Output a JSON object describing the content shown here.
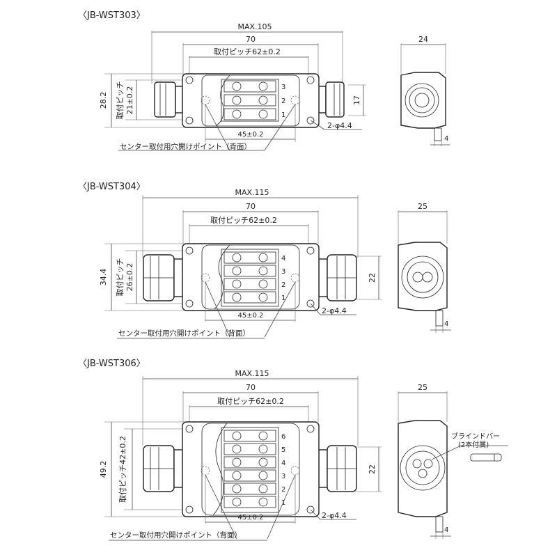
{
  "views": [
    {
      "title": "〈JB-WST303〉",
      "max": "MAX.105",
      "w70": "70",
      "pitch_w": "取付ピッチ62±0.2",
      "height": "28.2",
      "pitch_h_1": "取付ピッチ",
      "pitch_h_2": "21±0.2",
      "side_h": "17",
      "d45": "45±0.2",
      "hole": "2-φ4.4",
      "center": "センター取付用穴開けポイント（背面）",
      "side_w": "24",
      "side_small": "4",
      "terminals": [
        "3",
        "2",
        "1"
      ]
    },
    {
      "title": "〈JB-WST304〉",
      "max": "MAX.115",
      "w70": "70",
      "pitch_w": "取付ピッチ62±0.2",
      "height": "34.4",
      "pitch_h_1": "取付ピッチ",
      "pitch_h_2": "26±0.2",
      "side_h": "22",
      "d45": "45±0.2",
      "hole": "2-φ4.4",
      "center": "センター取付用穴開けポイント（背面）",
      "side_w": "25",
      "side_small": "4",
      "terminals": [
        "4",
        "3",
        "2",
        "1"
      ]
    },
    {
      "title": "〈JB-WST306〉",
      "max": "MAX.115",
      "w70": "70",
      "pitch_w": "取付ピッチ62±0.2",
      "height": "49.2",
      "pitch_h_1": "取付ピッチ42±0.2",
      "pitch_h_2": "",
      "side_h": "22",
      "d45": "45±0.2",
      "hole": "2-φ4.4",
      "center": "センター取付用穴開けポイント（背面）",
      "side_w": "25",
      "side_small": "4",
      "blind_1": "ブラインドバー",
      "blind_2": "(2本付属)",
      "terminals": [
        "6",
        "5",
        "4",
        "3",
        "2",
        "1"
      ]
    }
  ]
}
